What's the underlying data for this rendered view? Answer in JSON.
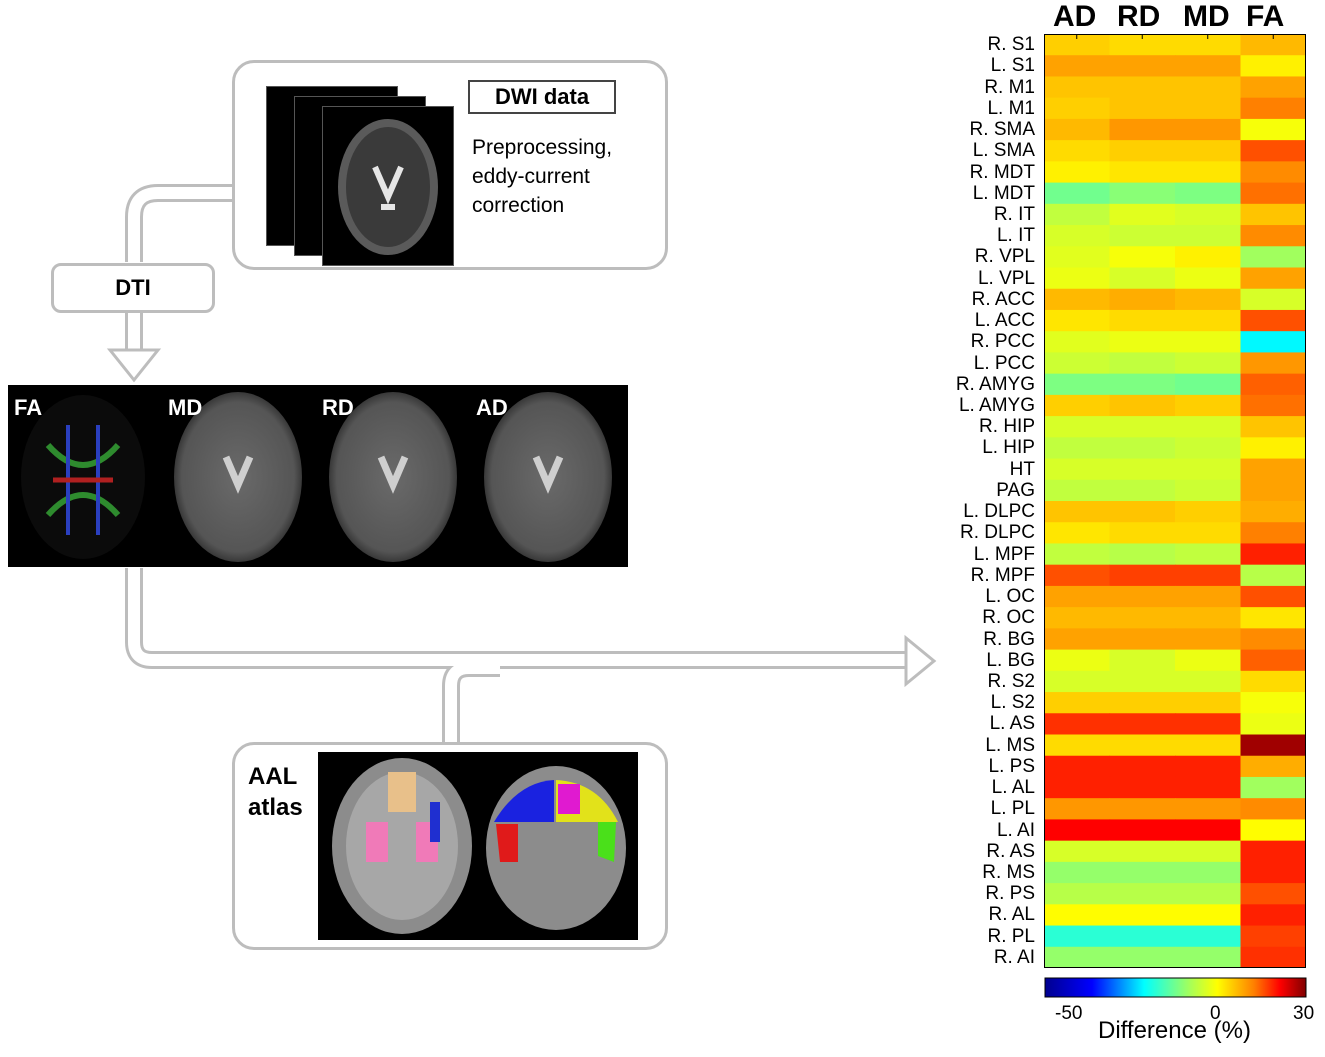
{
  "pipeline": {
    "dwi_box": {
      "title": "DWI data",
      "lines": [
        "Preprocessing,",
        "eddy-current",
        "correction"
      ]
    },
    "dti_label": "DTI",
    "maps": [
      "FA",
      "MD",
      "RD",
      "AD"
    ],
    "atlas_label": [
      "AAL",
      "atlas"
    ]
  },
  "chart_data": {
    "type": "heatmap",
    "columns": [
      "AD",
      "RD",
      "MD",
      "FA"
    ],
    "rows": [
      "R. S1",
      "L. S1",
      "R. M1",
      "L. M1",
      "R. SMA",
      "L. SMA",
      "R. MDT",
      "L. MDT",
      "R. IT",
      "L. IT",
      "R. VPL",
      "L. VPL",
      "R. ACC",
      "L. ACC",
      "R. PCC",
      "L. PCC",
      "R. AMYG",
      "L. AMYG",
      "R. HIP",
      "L. HIP",
      "HT",
      "PAG",
      "L. DLPC",
      "R. DLPC",
      "L. MPF",
      "R. MPF",
      "L. OC",
      "R. OC",
      "R. BG",
      "L. BG",
      "R. S2",
      "L. S2",
      "L. AS",
      "L. MS",
      "L. PS",
      "L. AL",
      "L. PL",
      "L. AI",
      "R. AS",
      "R. MS",
      "R. PS",
      "R. AL",
      "R. PL",
      "R. AI"
    ],
    "values": [
      [
        7,
        6,
        6,
        9
      ],
      [
        11,
        11,
        11,
        4
      ],
      [
        8,
        8,
        8,
        11
      ],
      [
        7,
        8,
        8,
        14
      ],
      [
        9,
        12,
        12,
        2
      ],
      [
        6,
        7,
        7,
        17
      ],
      [
        4,
        5,
        5,
        13
      ],
      [
        -10,
        -8,
        -9,
        15
      ],
      [
        -3,
        0,
        -1,
        8
      ],
      [
        -1,
        -2,
        -2,
        13
      ],
      [
        0,
        2,
        4,
        -6
      ],
      [
        1,
        -1,
        1,
        11
      ],
      [
        9,
        10,
        9,
        -1
      ],
      [
        5,
        6,
        6,
        17
      ],
      [
        0,
        1,
        1,
        -20
      ],
      [
        -2,
        -3,
        -2,
        12
      ],
      [
        -9,
        -9,
        -10,
        16
      ],
      [
        7,
        8,
        7,
        15
      ],
      [
        -1,
        -1,
        -1,
        8
      ],
      [
        -3,
        -3,
        -2,
        4
      ],
      [
        -1,
        -1,
        -1,
        11
      ],
      [
        -3,
        -3,
        -2,
        11
      ],
      [
        8,
        8,
        7,
        10
      ],
      [
        5,
        6,
        6,
        14
      ],
      [
        -3,
        -4,
        -3,
        20
      ],
      [
        17,
        18,
        18,
        -4
      ],
      [
        11,
        11,
        11,
        17
      ],
      [
        9,
        9,
        9,
        5
      ],
      [
        11,
        11,
        11,
        13
      ],
      [
        1,
        -1,
        1,
        16
      ],
      [
        -1,
        -1,
        -1,
        6
      ],
      [
        7,
        7,
        7,
        2
      ],
      [
        19,
        19,
        19,
        1
      ],
      [
        6,
        6,
        6,
        28
      ],
      [
        20,
        20,
        20,
        10
      ],
      [
        20,
        20,
        20,
        -6
      ],
      [
        12,
        12,
        12,
        13
      ],
      [
        22,
        22,
        22,
        3
      ],
      [
        -1,
        -1,
        -1,
        20
      ],
      [
        -7,
        -7,
        -7,
        20
      ],
      [
        -4,
        -4,
        -4,
        17
      ],
      [
        3,
        3,
        3,
        20
      ],
      [
        -16,
        -16,
        -16,
        18
      ],
      [
        -7,
        -7,
        -7,
        19
      ]
    ],
    "colorbar": {
      "min": -50,
      "max": 30,
      "ticks": [
        -50,
        0,
        30
      ],
      "label": "Difference (%)"
    }
  }
}
